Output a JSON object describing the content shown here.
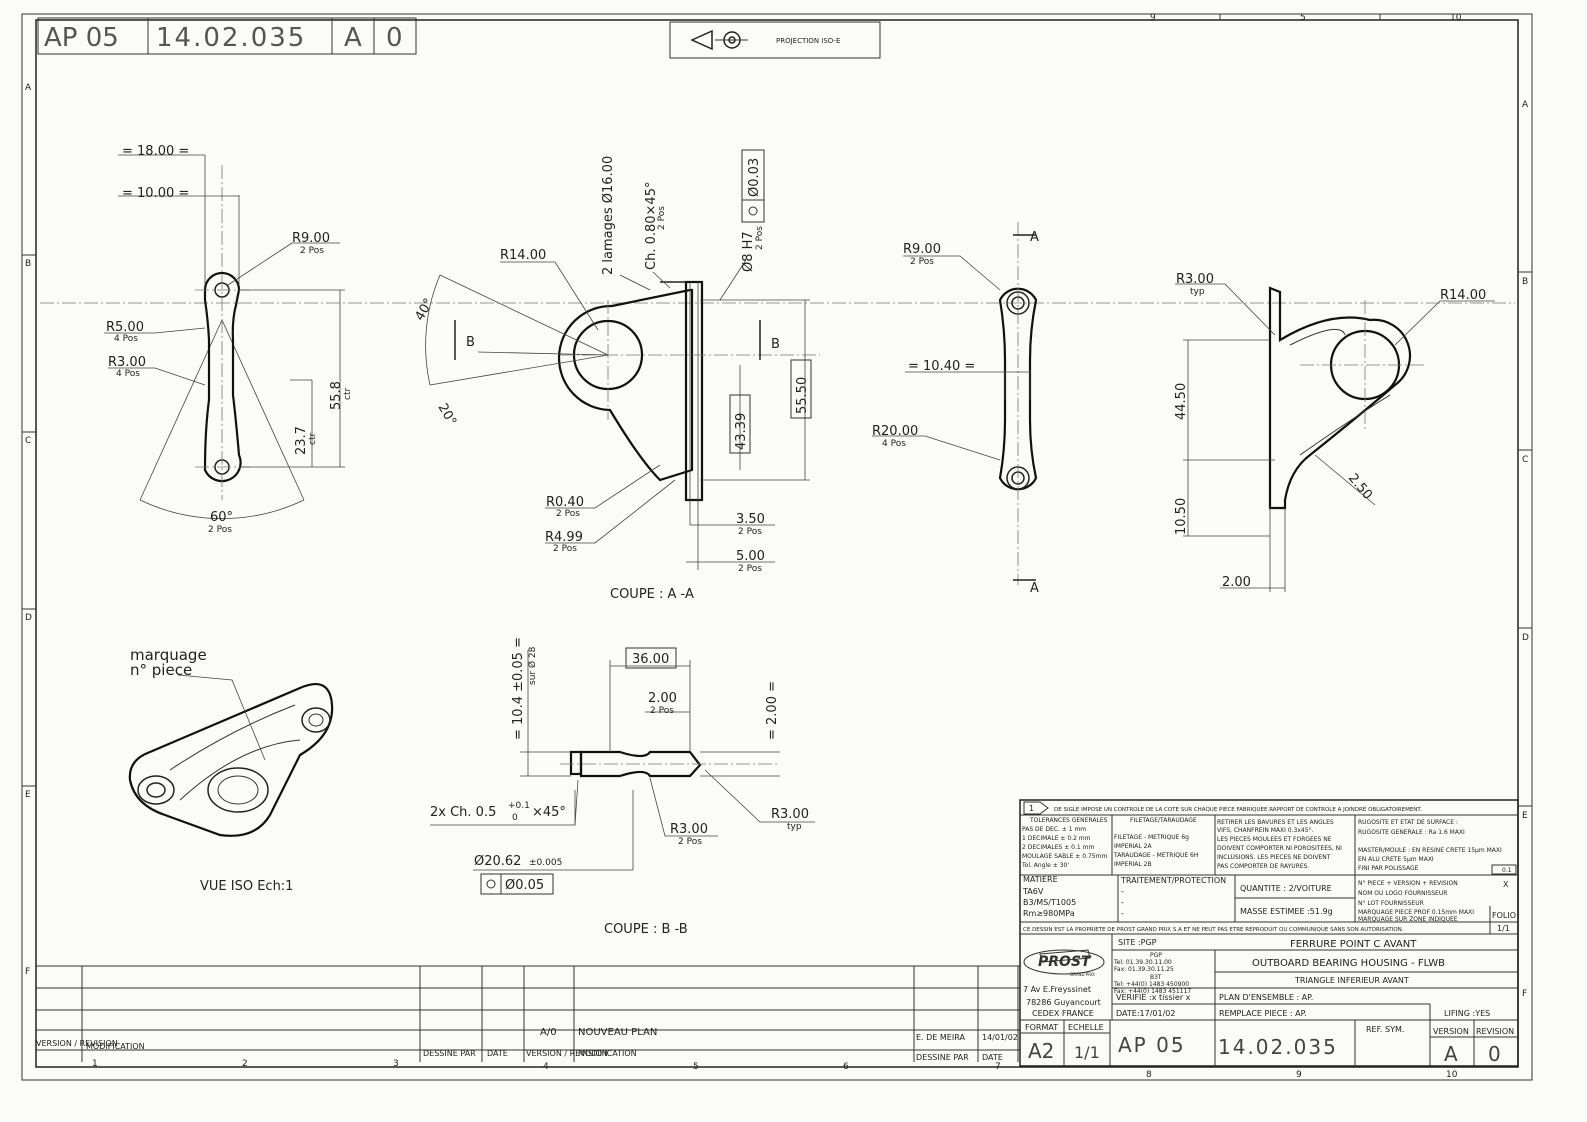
{
  "header": {
    "ref": "AP 05",
    "number": "14.02.035",
    "version": "A",
    "revision": "0",
    "projection": "PROJECTION ISO-E"
  },
  "grid": {
    "top_numbers": [
      "9",
      "5",
      "10"
    ],
    "bottom_numbers": [
      "1",
      "2",
      "3",
      "4",
      "5",
      "6",
      "7",
      "8",
      "9",
      "10"
    ],
    "left_letters": [
      "A",
      "B",
      "C",
      "D",
      "E",
      "F"
    ],
    "right_letters": [
      "A",
      "B",
      "C",
      "D",
      "E",
      "F"
    ]
  },
  "view1": {
    "d_18": "= 18.00 =",
    "d_10": "= 10.00 =",
    "r9": "R9.00",
    "r9_pos": "2 Pos",
    "r5": "R5.00",
    "r5_pos": "4 Pos",
    "r3": "R3.00",
    "r3_pos": "4 Pos",
    "d_558": "55.8",
    "d_558_ctr": "ctr",
    "d_237": "23.7",
    "d_237_ctr": "ctr",
    "ang": "60°",
    "ang_pos": "2 Pos"
  },
  "view2": {
    "lamages": "2 lamages Ø16.00",
    "chamfer": "Ch. 0.80×45°",
    "chamfer_pos": "2 Pos",
    "bore": "Ø8 H7",
    "bore_pos": "2 Pos",
    "tol": "Ø0.03",
    "r14": "R14.00",
    "ang40": "40°",
    "ang20": "20°",
    "sec_b": "B",
    "d_4339": "43.39",
    "d_5550": "55.50",
    "r040": "R0.40",
    "r040_pos": "2 Pos",
    "r499": "R4.99",
    "r499_pos": "2 Pos",
    "d_350": "3.50",
    "d_350_pos": "2 Pos",
    "d_500": "5.00",
    "d_500_pos": "2 Pos",
    "caption": "COUPE : A -A"
  },
  "view3": {
    "r9": "R9.00",
    "r9_pos": "2 Pos",
    "d_1040": "= 10.40 =",
    "r20": "R20.00",
    "r20_pos": "4 Pos",
    "sec_a": "A"
  },
  "view4": {
    "r3": "R3.00",
    "r3_typ": "typ",
    "r14": "R14.00",
    "d_4450": "44.50",
    "d_1050": "10.50",
    "d_250": "2.50",
    "d_200": "2.00"
  },
  "view5": {
    "marquage1": "marquage",
    "marquage2": "n° piece",
    "caption": "VUE ISO Ech:1"
  },
  "view6": {
    "d_3600": "36.00",
    "d_104": "= 10.4 ±0.05 =",
    "d_104_sur": "sur Ø 28",
    "d_200": "2.00",
    "d_200_pos": "2 Pos",
    "d_200v": "= 2.00 =",
    "chamfer": "2x Ch. 0.5",
    "chamfer_tol_up": "+0.1",
    "chamfer_tol_dn": "0",
    "chamfer_ang": "×45°",
    "r3a": "R3.00",
    "r3a_typ": "typ",
    "r3b": "R3.00",
    "r3b_pos": "2 Pos",
    "dia": "Ø20.62",
    "dia_tol": "±0.005",
    "tol": "Ø0.05",
    "caption": "COUPE : B -B"
  },
  "titleblock": {
    "note": "DE SIGLE IMPOSE UN CONTROLE DE LA COTE SUR CHAQUE PIECE FABRIQUEE.RAPPORT DE CONTROLE A JOINDRE OBLIGATOIREMENT.",
    "note_num": "1",
    "tolerances": [
      "TOLERANCES GENERALES",
      "PAS DE DEC.     ± 1  mm",
      "1 DECIMALE      ± 0.2 mm",
      "2 DECIMALES     ± 0.1 mm",
      "MOULAGE SABLE   ± 0.75mm",
      "Tol. Angle      ± 30'"
    ],
    "filetage": [
      "FILETAGE/TARAUDAGE",
      "FILETAGE  - METRIQUE 6g",
      "            IMPERIAL 2A",
      "TARAUDAGE - METRIQUE 6H",
      "            IMPERIAL 2B"
    ],
    "bavures": [
      "RETIRER LES BAVURES ET LES ANGLES",
      "VIFS, CHANFREIN MAXI 0.3x45°.",
      "LES PIECES MOULEES ET FORGEES NE",
      "DOIVENT COMPORTER NI POROSITEES, NI",
      "INCLUSIONS. LES PIECES NE DOIVENT",
      "PAS COMPORTER DE RAYURES."
    ],
    "rugosite": [
      "RUGOSITE ET ETAT DE SURFACE :",
      "RUGOSITE GENERALE : Ra 1.6 MAXI",
      "",
      "MASTER/MOULE : EN RESINE CRETE 15µm MAXI",
      "               EN ALU CRETE 5µm MAXI",
      "               FINI PAR POLISSAGE"
    ],
    "rug_sym": "0.1",
    "matiere_lbl": "MATIERE",
    "matiere": [
      "TA6V",
      "B3/MS/T1005",
      "Rm≥980MPa"
    ],
    "traitement_lbl": "TRAITEMENT/PROTECTION",
    "traitement": [
      "-",
      "-",
      "-"
    ],
    "quantite": "QUANTITE :   2/VOITURE",
    "masse": "MASSE ESTIMEE :51.9g",
    "piece_info": [
      "N° PIECE + VERSION + REVISION",
      "NOM OU LOGO FOURNISSEUR",
      "N° LOT FOURNISSEUR",
      "MARQUAGE PIECE PROF 0.15mm MAXI",
      "MARQUAGE SUR ZONE INDIQUEE"
    ],
    "piece_x": "X",
    "folio_lbl": "FOLIO",
    "folio": "1/1",
    "propriete": "CE DESSIN EST LA PROPRIETE DE PROST GRAND PRIX S.A ET NE PEUT PAS ETRE REPRODUIT OU COMMUNIQUE SANS SON AUTORISATION.",
    "logo": "PROST",
    "logo_sub": "GRAND PRIX",
    "address": [
      "7 Av E.Freyssinet",
      "78286 Guyancourt",
      "CEDEX FRANCE"
    ],
    "site": "SITE :PGP",
    "site_lines": [
      "PGP",
      "Tel: 01.39.30.11.00",
      "Fax: 01.39.30.11.25",
      "B3T",
      "Tel: +44(0) 1483 450900",
      "Fax: +44(0) 1483 451117"
    ],
    "title1": "FERRURE POINT C AVANT",
    "title2": "OUTBOARD BEARING HOUSING - FLWB",
    "title3": "TRIANGLE INFERIEUR AVANT",
    "verifie": "VERIFIE :x tissier x",
    "date": "DATE:17/01/02",
    "plan_ens": "PLAN D'ENSEMBLE :  AP.",
    "remplace": "REMPLACE PIECE  :  AP.",
    "lifing": "LIFING :YES",
    "format_lbl": "FORMAT",
    "format": "A2",
    "echelle_lbl": "ECHELLE",
    "echelle": "1/1",
    "ref": "AP 05",
    "number": "14.02.035",
    "refsym": "REF. SYM.",
    "version_lbl": "VERSION",
    "revision_lbl": "REVISION",
    "version": "A",
    "revision": "0"
  },
  "revtable": {
    "version_col": "VERSION / REVISION",
    "modif_col": "MODIFICATION",
    "dessine": "DESSINE PAR",
    "date_col": "DATE",
    "row_version": "A/0",
    "row_modif": "NOUVEAU PLAN",
    "row_dessine": "E. DE MEIRA",
    "row_date": "14/01/02"
  }
}
